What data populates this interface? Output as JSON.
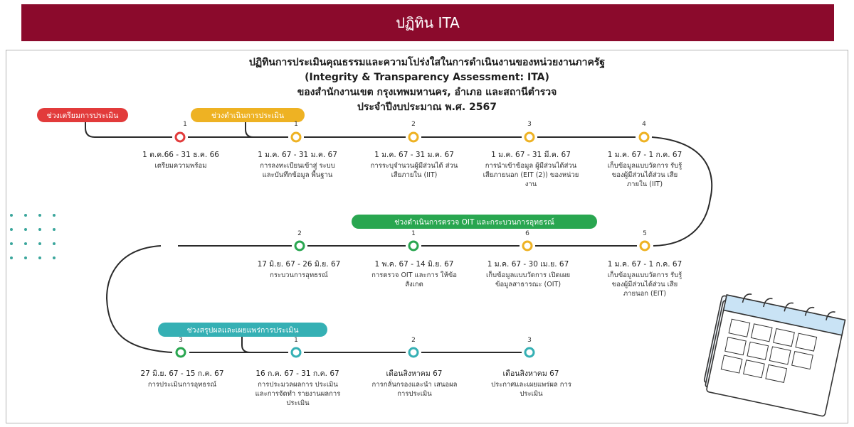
{
  "banner": {
    "title": "ปฏิทิน ITA"
  },
  "infographic": {
    "title_lines": [
      "ปฏิทินการประเมินคุณธรรมและความโปร่งใสในการดำเนินงานของหน่วยงานภาครัฐ",
      "(Integrity & Transparency Assessment: ITA)",
      "ของสำนักงานเขต กรุงเทพมหานคร, อำเภอ และสถานีตำรวจ",
      "ประจำปีงบประมาณ พ.ศ. 2567"
    ],
    "phases": {
      "prepare": "ช่วงเตรียมการประเมิน",
      "assess": "ช่วงดำเนินการประเมิน",
      "audit": "ช่วงดำเนินการตรวจ OIT และกระบวนการอุทธรณ์",
      "summary": "ช่วงสรุปผลและเผยแพร่การประเมิน"
    },
    "steps": [
      {
        "num": "1",
        "date": "1 ต.ค.66 - 31 ธ.ค. 66",
        "desc": "เตรียมความพร้อม"
      },
      {
        "num": "1",
        "date": "1 ม.ค. 67 - 31 ม.ค. 67",
        "desc": "การลงทะเบียนเข้าสู่ ระบบและบันทึกข้อมูล พื้นฐาน"
      },
      {
        "num": "2",
        "date": "1 ม.ค. 67 - 31 ม.ค. 67",
        "desc": "การระบุจำนวนผู้มีส่วนได้ ส่วนเสียภายใน (IIT)"
      },
      {
        "num": "3",
        "date": "1 ม.ค. 67 - 31 มี.ค. 67",
        "desc": "การนำเข้าข้อมูล ผู้มีส่วนได้ส่วนเสียภายนอก (EIT (2)) ของหน่วยงาน"
      },
      {
        "num": "4",
        "date": "1 ม.ค. 67 - 1 ก.ค. 67",
        "desc": "เก็บข้อมูลแบบวัดการ รับรู้ของผู้มีส่วนได้ส่วน เสียภายใน (IIT)"
      },
      {
        "num": "5",
        "date": "1 ม.ค. 67 - 1 ก.ค. 67",
        "desc": "เก็บข้อมูลแบบวัดการ รับรู้ของผู้มีส่วนได้ส่วน เสียภายนอก (EIT)"
      },
      {
        "num": "6",
        "date": "1 ม.ค. 67 - 30 เม.ย. 67",
        "desc": "เก็บข้อมูลแบบวัดการ เปิดเผยข้อมูลสาธารณะ (OIT)"
      },
      {
        "num": "1",
        "date": "1 พ.ค. 67 - 14 มิ.ย. 67",
        "desc": "การตรวจ OIT และการ ให้ข้อสังเกต"
      },
      {
        "num": "2",
        "date": "17 มิ.ย. 67 - 26 มิ.ย. 67",
        "desc": "กระบวนการอุทธรณ์"
      },
      {
        "num": "3",
        "date": "27 มิ.ย. 67 - 15 ก.ค. 67",
        "desc": "การประเมินการอุทธรณ์"
      },
      {
        "num": "1",
        "date": "16 ก.ค. 67 - 31 ก.ค. 67",
        "desc": "การประมวลผลการ ประเมิน และการจัดทำ รายงานผลการประเมิน"
      },
      {
        "num": "2",
        "date": "เดือนสิงหาคม 67",
        "desc": "การกลั่นกรองและนำ เสนอผลการประเมิน"
      },
      {
        "num": "3",
        "date": "เดือนสิงหาคม 67",
        "desc": "ประกาศและเผยแพร่ผล การประเมิน"
      }
    ],
    "colors": {
      "banner": "#8b0a2c",
      "prepare": "#e23b3b",
      "assess": "#eeb223",
      "audit": "#29a650",
      "summary": "#35b0b4"
    },
    "decoration": {
      "icon": "calendar-icon"
    }
  }
}
